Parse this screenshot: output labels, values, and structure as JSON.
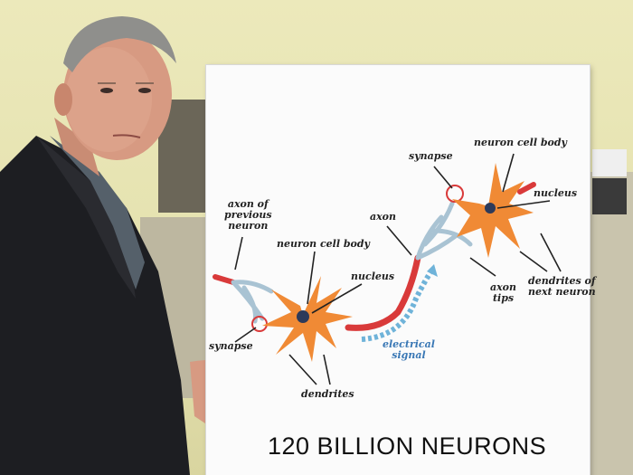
{
  "poster": {
    "headline": "120 BILLION NEURONS",
    "labels": {
      "axon_previous": "axon of\nprevious\nneuron",
      "neuron_cell_body_left": "neuron cell body",
      "nucleus_left": "nucleus",
      "synapse_left": "synapse",
      "dendrites": "dendrites",
      "axon": "axon",
      "electrical_signal": "electrical\nsignal",
      "synapse_right": "synapse",
      "neuron_cell_body_right": "neuron cell body",
      "nucleus_right": "nucleus",
      "axon_tips": "axon\ntips",
      "dendrites_next": "dendrites of\nnext neuron"
    }
  },
  "colors": {
    "neuron_orange": "#f08a35",
    "axon_red": "#d93a3a",
    "signal_blue": "#6fb3d9",
    "wall": "#e9e6b6"
  }
}
